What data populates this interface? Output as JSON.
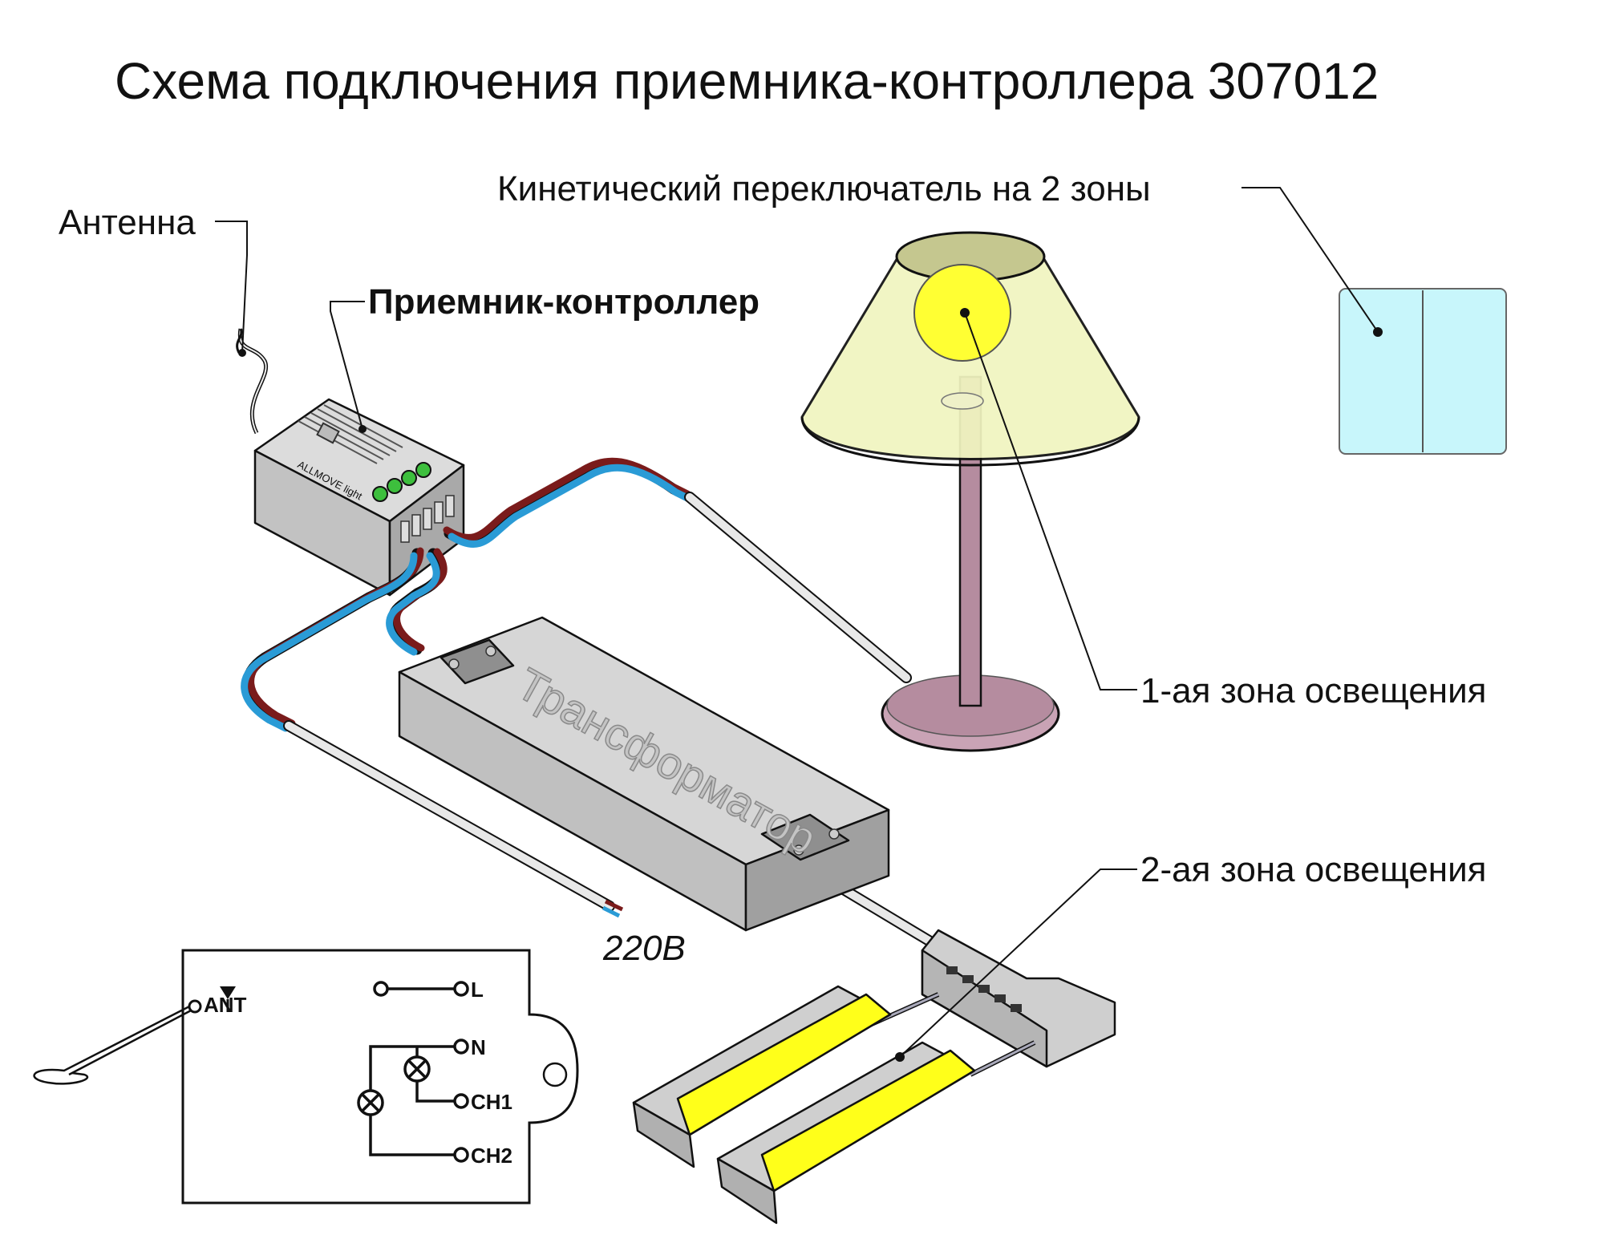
{
  "title": "Схема подключения приемника-контроллера 307012",
  "labels": {
    "antenna": "Антенна",
    "receiver": "Приемник-контроллер",
    "switch": "Кинетический переключатель на 2 зоны",
    "zone1": "1-ая зона освещения",
    "zone2": "2-ая зона освещения",
    "voltage": "220В",
    "transformer": "Трансформатор",
    "device_brand": "ALLMOVE light"
  },
  "wiring_terminals": {
    "antenna": "ANT",
    "live": "L",
    "neutral": "N",
    "channel1": "CH1",
    "channel2": "CH2"
  },
  "colors": {
    "wire_blue": "#2a9bd6",
    "wire_brown": "#7a1b1b",
    "lamp_shade": "#f1f5c0",
    "bulb": "#ffff33",
    "lamp_base": "#b58c9f",
    "switch_panel": "#c8f6fb",
    "led_yellow": "#ffff1a",
    "housing_gray": "#c9c9c9"
  }
}
